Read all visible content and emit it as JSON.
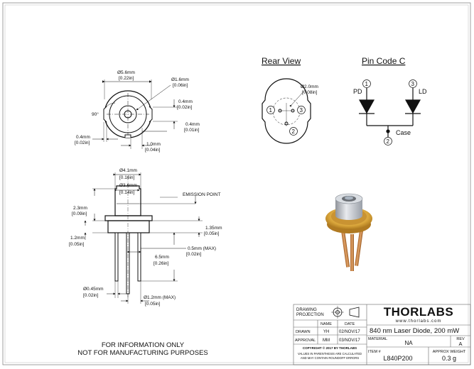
{
  "views": {
    "rear_view_title": "Rear View",
    "pin_code_title": "Pin Code C"
  },
  "front_view_dims": {
    "outer_dia": "Ø5.6mm",
    "outer_dia_in": "[0.22in]",
    "window_dia": "Ø1.6mm",
    "window_dia_in": "[0.06in]",
    "angle": "90°",
    "notch_depth": "0.4mm",
    "notch_depth_in": "[0.02in]",
    "notch_width": "0.4mm",
    "notch_width_in": "[0.01in]",
    "left_offset": "0.4mm",
    "left_offset_in": "[0.02in]",
    "width_1": "1.0mm",
    "width_1_in": "[0.04in]"
  },
  "rear_view_dims": {
    "pin_circle": "Ø2.0mm",
    "pin_circle_in": "[0.08in]",
    "pins": [
      "1",
      "3",
      "2"
    ]
  },
  "pin_code": {
    "pd_label": "PD",
    "ld_label": "LD",
    "case_label": "Case",
    "pin_pd": "1",
    "pin_ld": "3",
    "pin_case": "2"
  },
  "side_view_dims": {
    "cap_dia": "Ø4.1mm",
    "cap_dia_in": "[0.16in]",
    "window_dia": "Ø3.6mm",
    "window_dia_in": "[0.14in]",
    "emission_point": "EMISSION POINT",
    "cap_height": "2.3mm",
    "cap_height_in": "[0.09in]",
    "flange_height": "1.2mm",
    "flange_height_in": "[0.05in]",
    "flange_right": "1.35mm",
    "flange_right_in": "[0.05in]",
    "pin_len": "6.5mm",
    "pin_len_in": "[0.26in]",
    "pin_gap": "0.5mm (MAX)",
    "pin_gap_in": "[0.02in]",
    "pin_dia": "Ø0.45mm",
    "pin_dia_in": "[0.02in]",
    "pin_spread": "Ø1.2mm (MAX)",
    "pin_spread_in": "[0.05in]"
  },
  "notice": {
    "line1": "FOR INFORMATION ONLY",
    "line2": "NOT FOR MANUFACTURING PURPOSES"
  },
  "title_block": {
    "drawing_projection": "DRAWING\nPROJECTION",
    "name_hdr": "NAME",
    "date_hdr": "DATE",
    "drawn_lbl": "DRAWN",
    "drawn_name": "YH",
    "drawn_date": "02/NOV/17",
    "approval_lbl": "APPROVAL",
    "approval_name": "MM",
    "approval_date": "03/NOV/17",
    "copyright": "COPYRIGHT © 2017 BY THORLABS",
    "disclaimer1": "VALUES IN PARENTHESIS ARE CALCULATED",
    "disclaimer2": "AND MAY CONTAIN ROUNDOFF ERRORS",
    "logo": "THORLABS",
    "website": "www.thorlabs.com",
    "description": "840 nm Laser Diode, 200 mW",
    "material_lbl": "MATERIAL",
    "material": "NA",
    "rev_lbl": "REV",
    "rev": "A",
    "item_lbl": "ITEM #",
    "item": "L840P200",
    "weight_lbl": "APPROX WEIGHT",
    "weight": "0.3 g"
  }
}
